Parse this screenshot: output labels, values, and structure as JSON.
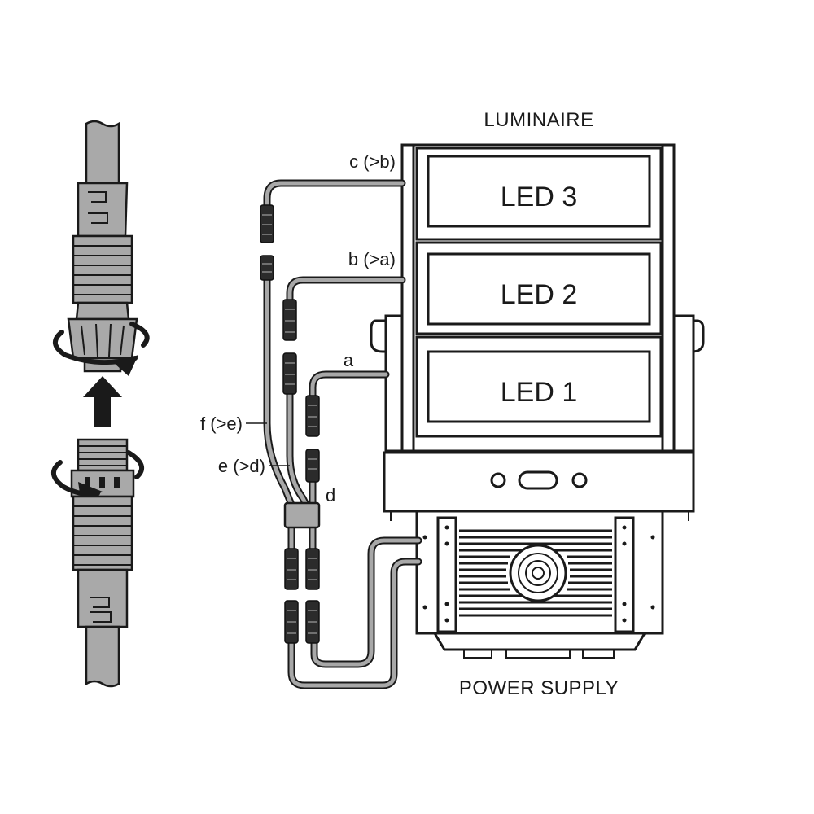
{
  "luminaire_label": "LUMINAIRE",
  "power_supply_label": "POWER SUPPLY",
  "led_modules": [
    "LED 3",
    "LED 2",
    "LED 1"
  ],
  "cable_labels": {
    "c": "c (>b)",
    "b": "b (>a)",
    "a": "a",
    "f": "f (>e)",
    "e": "e (>d)",
    "d": "d"
  },
  "colors": {
    "line": "#1a1a1a",
    "cable_fill": "#a8a8a8",
    "connector": "#2b2b2b",
    "background": "#ffffff"
  },
  "icons": [
    "rotate-arrow-icon",
    "up-arrow-icon",
    "connector-plug-icon",
    "connector-socket-icon"
  ]
}
